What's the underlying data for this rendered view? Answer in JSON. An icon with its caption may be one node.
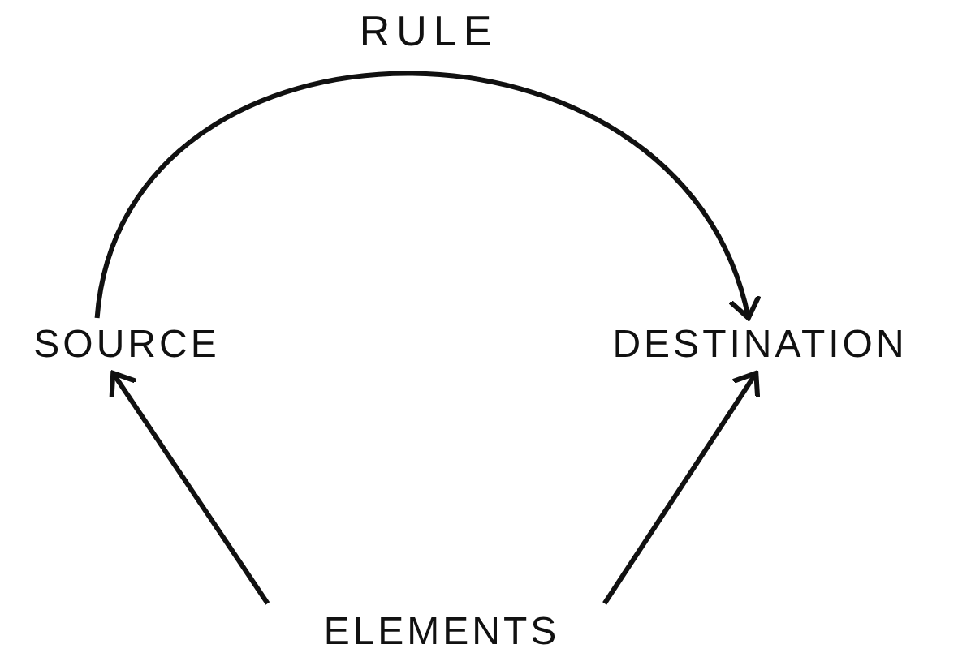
{
  "diagram": {
    "nodes": [
      {
        "text": [
          "SOURCE"
        ]
      },
      {
        "text": [
          "DESTINATION"
        ]
      },
      {
        "text": [
          "ELEMENTS"
        ]
      }
    ],
    "edges": [
      {
        "from": 0,
        "to": 1,
        "arrow": "to",
        "label": "RULE"
      },
      {
        "from": 2,
        "to": 0,
        "arrow": "to"
      },
      {
        "from": 2,
        "to": 1,
        "arrow": "to"
      }
    ]
  }
}
